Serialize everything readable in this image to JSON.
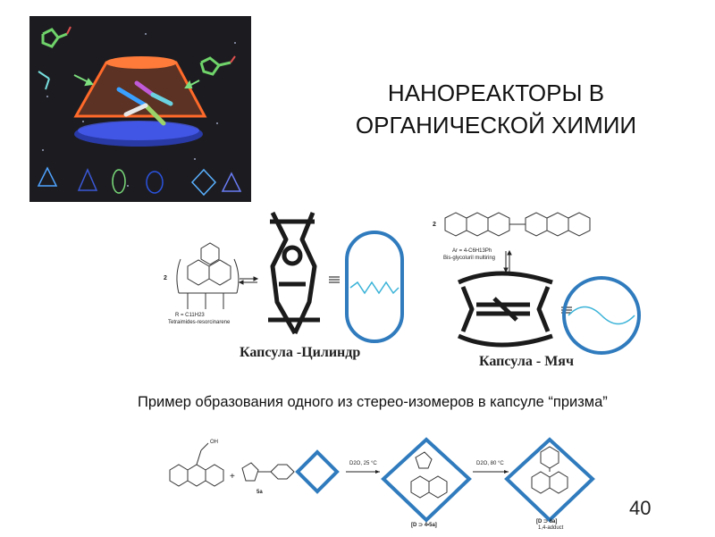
{
  "slide": {
    "title_line1": "НАНОРЕАКТОРЫ В",
    "title_line2": "ОРГАНИЧЕСКОЙ ХИМИИ",
    "page_number": "40"
  },
  "capsules": {
    "cylinder_caption": "Капсула -Цилиндр",
    "ball_caption": "Капсула - Мяч"
  },
  "scheme_labels": {
    "r_group": "R = C11H23",
    "cylinder_reagent": "Tetraimides-resorcinarene",
    "ar_group": "Ar = 4-C6H13Ph",
    "ball_reagent": "Bis-glycoluril multiring",
    "multiplier_left": "2",
    "multiplier_right": "2"
  },
  "example": {
    "text": "Пример образования одного из стерео-изомеров в капсуле “призма”",
    "compound_label": "5a",
    "step1_conditions": "D2O, 25 °C",
    "step2_conditions": "D2O, 80 °C",
    "complex_label": "[D ⊃ 4•5a]",
    "product_label": "[D ⊃ 6a]",
    "product_sublabel": "1,4-adduct"
  }
}
